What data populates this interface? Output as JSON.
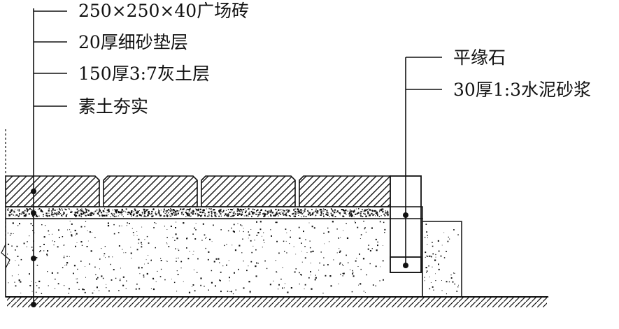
{
  "labels_left": [
    "250×250×40广场砖",
    "20厚细砂垫层",
    "150厚3:7灰土层",
    "素土夯实"
  ],
  "labels_right": [
    "平缘石",
    "30厚1:3水泥砂浆"
  ],
  "colors": {
    "line": "#111111",
    "background": "#ffffff"
  }
}
